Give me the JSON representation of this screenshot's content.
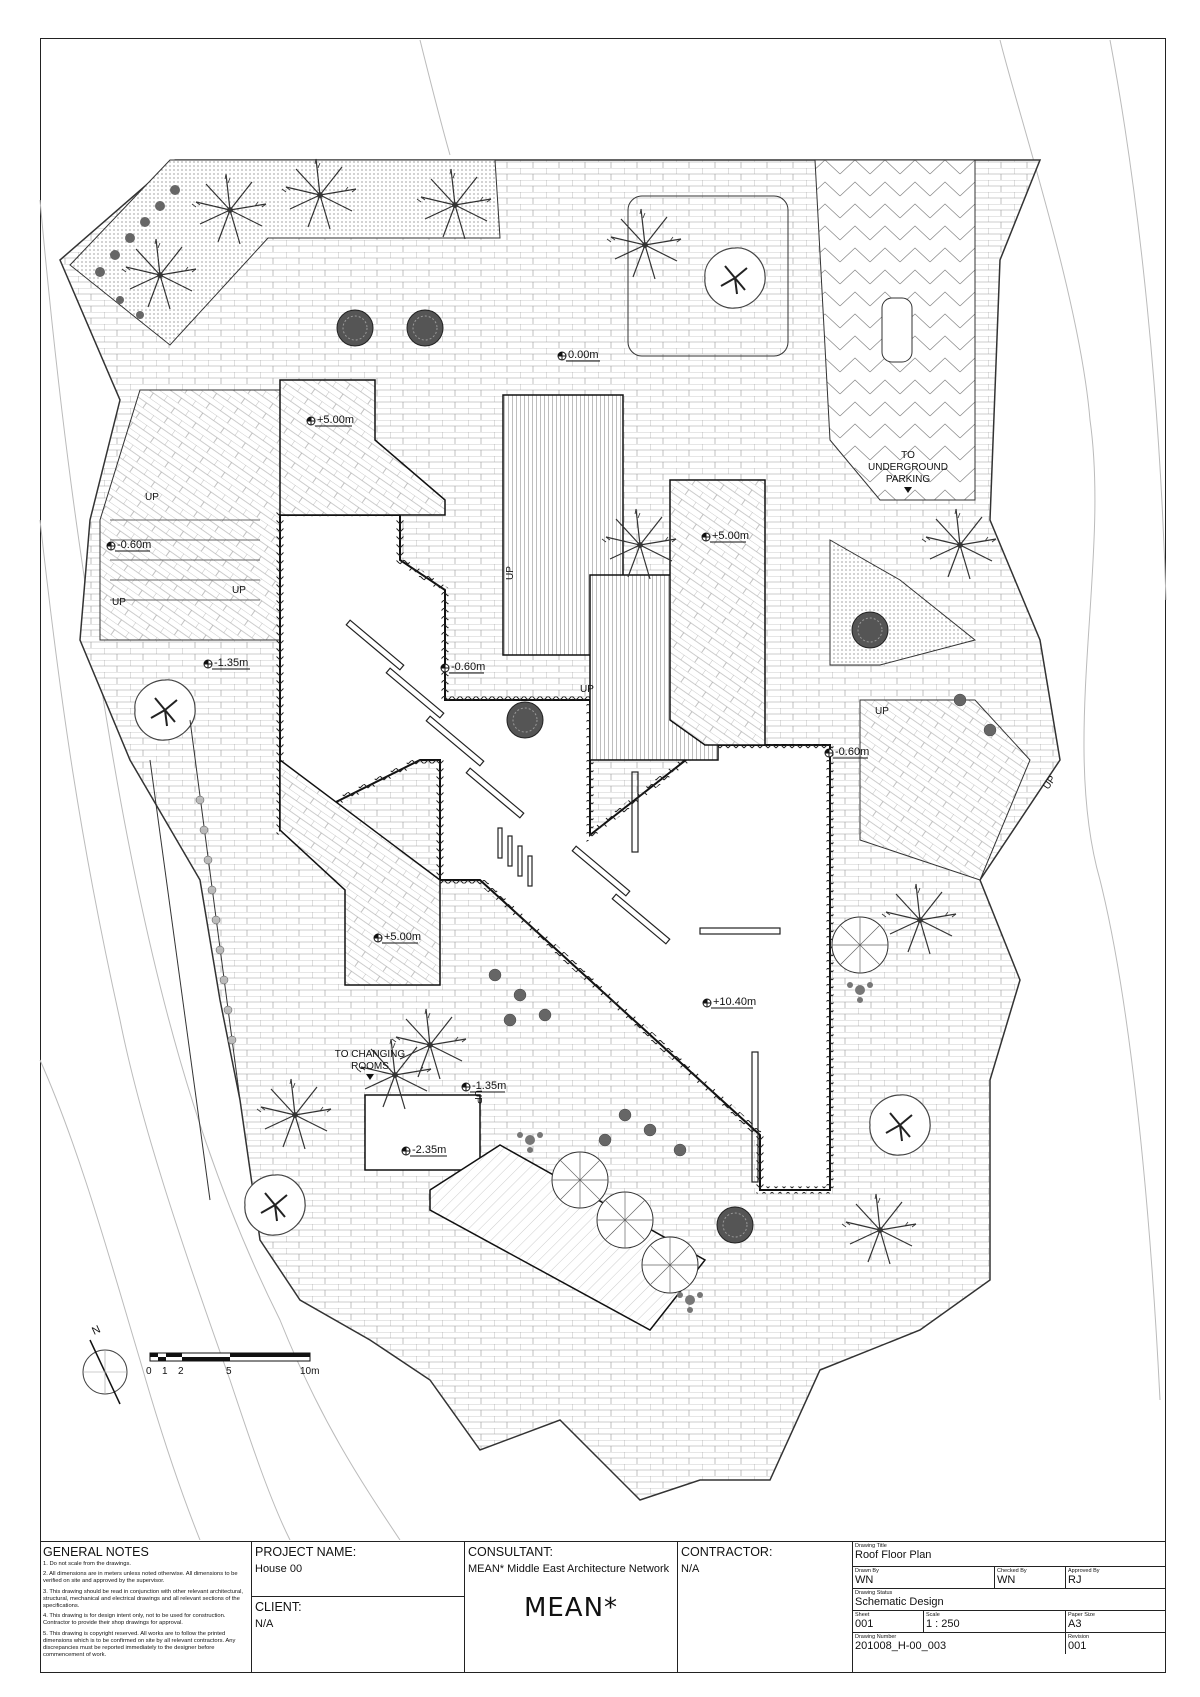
{
  "plan": {
    "levels": [
      {
        "id": "lvl-0",
        "text": "0.00m"
      },
      {
        "id": "lvl-1",
        "text": "+5.00m"
      },
      {
        "id": "lvl-2",
        "text": "-0.60m"
      },
      {
        "id": "lvl-3",
        "text": "-1.35m"
      },
      {
        "id": "lvl-4",
        "text": "-0.60m"
      },
      {
        "id": "lvl-5",
        "text": "+5.00m"
      },
      {
        "id": "lvl-6",
        "text": "-0.60m"
      },
      {
        "id": "lvl-7",
        "text": "+5.00m"
      },
      {
        "id": "lvl-8",
        "text": "+10.40m"
      },
      {
        "id": "lvl-9",
        "text": "-1.35m"
      },
      {
        "id": "lvl-10",
        "text": "-2.35m"
      }
    ],
    "labels": {
      "to_underground_1": "TO",
      "to_underground_2": "UNDERGROUND",
      "to_underground_3": "PARKING",
      "to_changing_1": "TO CHANGING",
      "to_changing_2": "ROOMS",
      "up": "UP"
    },
    "north": "N",
    "scale_bar": {
      "ticks": [
        "0",
        "1",
        "2",
        "5",
        "10m"
      ]
    }
  },
  "title_block": {
    "general_notes": {
      "heading": "GENERAL NOTES",
      "items": [
        "1. Do not scale from the drawings.",
        "2. All dimensions are in meters unless noted otherwise. All dimensions to be verified on site and approved by the supervisor.",
        "3. This drawing should be read in conjunction with other relevant architectural, structural, mechanical and electrical drawings and all relevant sections of the specifications.",
        "4. This drawing is for design intent only, not to be used for construction. Contractor to provide their shop drawings for approval.",
        "5. This drawing is copyright reserved. All works are to follow the printed dimensions which is to be confirmed on site by all relevant contractors. Any discrepancies must be reported immediately to the designer before commencement of work."
      ]
    },
    "project": {
      "heading": "PROJECT NAME:",
      "value": "House 00"
    },
    "client": {
      "heading": "CLIENT:",
      "value": "N/A"
    },
    "consultant": {
      "heading": "CONSULTANT:",
      "value": "MEAN* Middle East Architecture Network",
      "logo": "MEAN*"
    },
    "contractor": {
      "heading": "CONTRACTOR:",
      "value": "N/A"
    },
    "info": {
      "drawing_title_label": "Drawing Title",
      "drawing_title": "Roof Floor Plan",
      "drawn_by_label": "Drawn By",
      "drawn_by": "WN",
      "checked_by_label": "Checked By",
      "checked_by": "WN",
      "approved_by_label": "Approved By",
      "approved_by": "RJ",
      "status_label": "Drawing Status",
      "status": "Schematic Design",
      "sheet_label": "Sheet",
      "sheet": "001",
      "scale_label": "Scale",
      "scale": "1 : 250",
      "paper_label": "Paper Size",
      "paper": "A3",
      "number_label": "Drawing Number",
      "number": "201008_H-00_003",
      "revision_label": "Revision",
      "revision": "001"
    }
  }
}
